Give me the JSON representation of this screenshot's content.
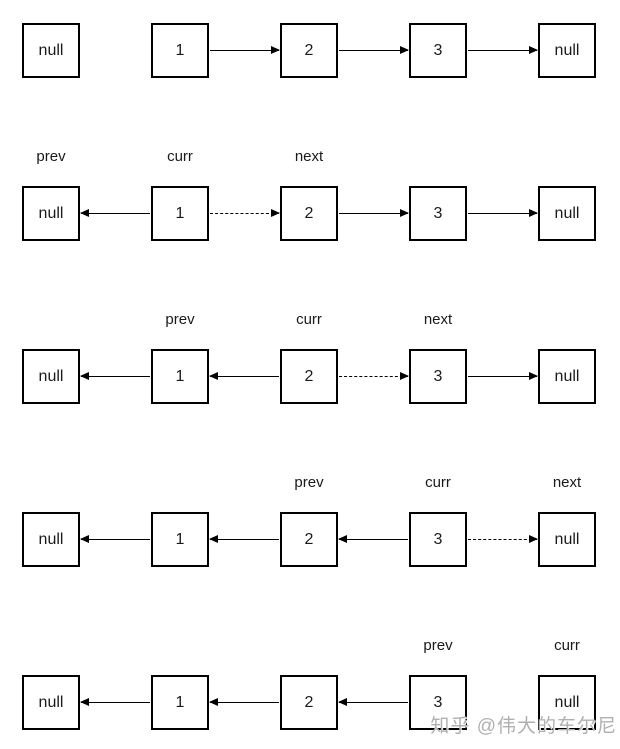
{
  "diagram": {
    "type": "linked-list-reversal-steps",
    "rows": [
      {
        "nodes": [
          "null",
          "1",
          "2",
          "3",
          "null"
        ],
        "labels": [
          "",
          "",
          "",
          "",
          ""
        ],
        "arrows": [
          {
            "gap": 1,
            "dir": "right",
            "style": "solid"
          },
          {
            "gap": 2,
            "dir": "right",
            "style": "solid"
          },
          {
            "gap": 3,
            "dir": "right",
            "style": "solid"
          }
        ]
      },
      {
        "nodes": [
          "null",
          "1",
          "2",
          "3",
          "null"
        ],
        "labels": [
          "prev",
          "curr",
          "next",
          "",
          ""
        ],
        "arrows": [
          {
            "gap": 0,
            "dir": "left",
            "style": "solid"
          },
          {
            "gap": 1,
            "dir": "right",
            "style": "dashed"
          },
          {
            "gap": 2,
            "dir": "right",
            "style": "solid"
          },
          {
            "gap": 3,
            "dir": "right",
            "style": "solid"
          }
        ]
      },
      {
        "nodes": [
          "null",
          "1",
          "2",
          "3",
          "null"
        ],
        "labels": [
          "",
          "prev",
          "curr",
          "next",
          ""
        ],
        "arrows": [
          {
            "gap": 0,
            "dir": "left",
            "style": "solid"
          },
          {
            "gap": 1,
            "dir": "left",
            "style": "solid"
          },
          {
            "gap": 2,
            "dir": "right",
            "style": "dashed"
          },
          {
            "gap": 3,
            "dir": "right",
            "style": "solid"
          }
        ]
      },
      {
        "nodes": [
          "null",
          "1",
          "2",
          "3",
          "null"
        ],
        "labels": [
          "",
          "",
          "prev",
          "curr",
          "next"
        ],
        "arrows": [
          {
            "gap": 0,
            "dir": "left",
            "style": "solid"
          },
          {
            "gap": 1,
            "dir": "left",
            "style": "solid"
          },
          {
            "gap": 2,
            "dir": "left",
            "style": "solid"
          },
          {
            "gap": 3,
            "dir": "right",
            "style": "dashed"
          }
        ]
      },
      {
        "nodes": [
          "null",
          "1",
          "2",
          "3",
          "null"
        ],
        "labels": [
          "",
          "",
          "",
          "prev",
          "curr"
        ],
        "arrows": [
          {
            "gap": 0,
            "dir": "left",
            "style": "solid"
          },
          {
            "gap": 1,
            "dir": "left",
            "style": "solid"
          },
          {
            "gap": 2,
            "dir": "left",
            "style": "solid"
          }
        ]
      }
    ]
  },
  "watermark": {
    "text": "知乎 @伟大的车尔尼"
  }
}
